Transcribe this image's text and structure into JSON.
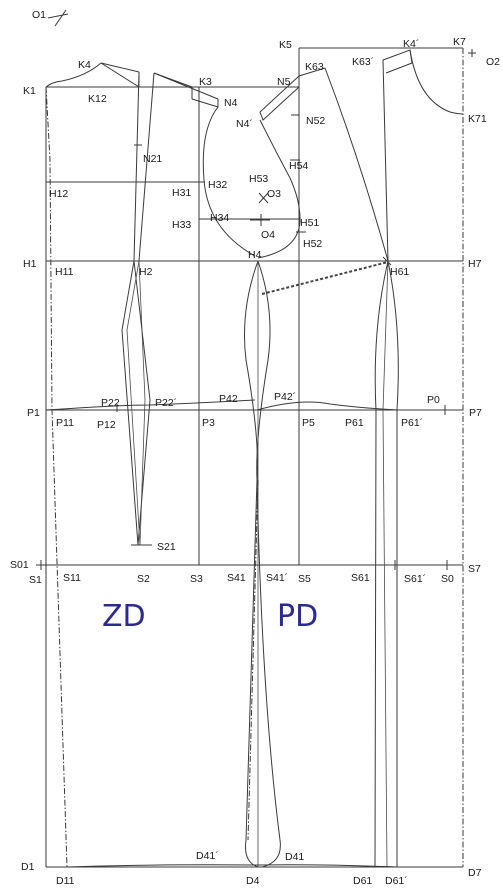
{
  "labels": {
    "O1": "O1",
    "K1": "K1",
    "K4": "K4",
    "K12": "K12",
    "K3": "K3",
    "K5": "K5",
    "N5": "N5",
    "K63": "K63",
    "K63p": "K63´",
    "K4p": "K4´",
    "K7": "K7",
    "O2": "O2",
    "K71": "K71",
    "N4": "N4",
    "N4p": "N4´",
    "N52": "N52",
    "N21": "N21",
    "H54": "H54",
    "H53": "H53",
    "O3": "O3",
    "H12": "H12",
    "H31": "H31",
    "H32": "H32",
    "H33": "H33",
    "H34": "H34",
    "H51": "H51",
    "O4": "O4",
    "H52": "H52",
    "H1": "H1",
    "H11": "H11",
    "H2": "H2",
    "H4": "H4",
    "H61": "H61",
    "H7": "H7",
    "P22": "P22",
    "P22p": "P22´",
    "P42": "P42",
    "P42p": "P42´",
    "P0": "P0",
    "P1": "P1",
    "P11": "P11",
    "P12": "P12",
    "P3": "P3",
    "P5": "P5",
    "P61": "P61",
    "P61p": "P61´",
    "P7": "P7",
    "S21": "S21",
    "S01": "S01",
    "S1": "S1",
    "S11": "S11",
    "S2": "S2",
    "S3": "S3",
    "S41": "S41",
    "S41p": "S41´",
    "S5": "S5",
    "S61": "S61",
    "S61p": "S61´",
    "S0": "S0",
    "S7": "S7",
    "ZD": "ZD",
    "PD": "PD",
    "D41p": "D41´",
    "D41": "D41",
    "D1": "D1",
    "D11": "D11",
    "D4": "D4",
    "D61": "D61",
    "D61p": "D61´",
    "D7": "D7"
  }
}
